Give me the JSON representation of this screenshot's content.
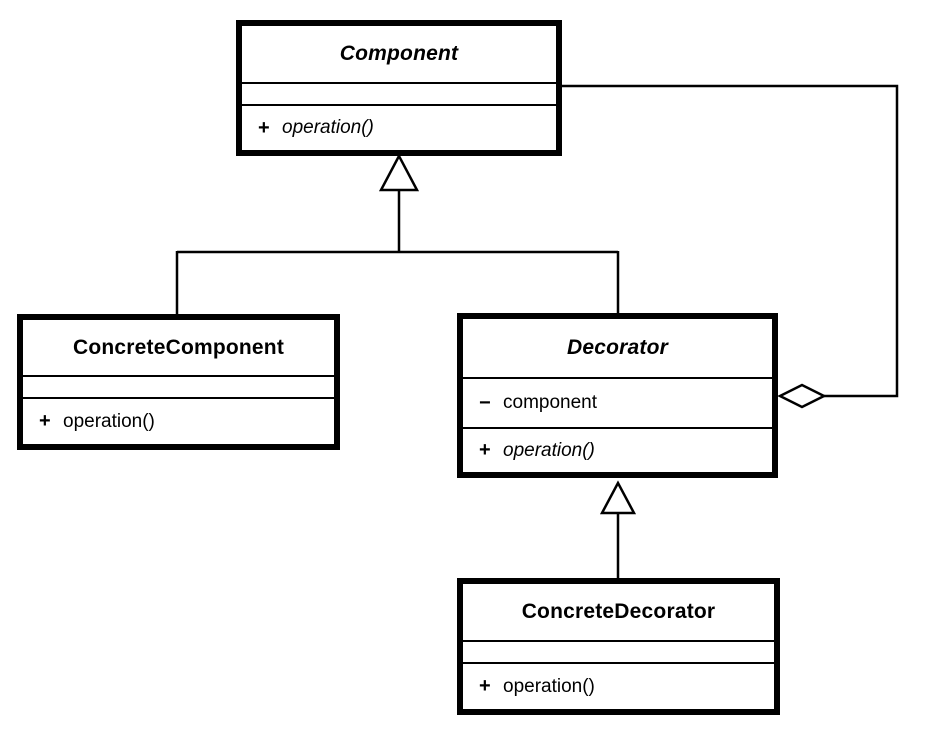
{
  "colors": {
    "line": "#000000",
    "background": "#ffffff",
    "box_fill": "#ffffff"
  },
  "classes": {
    "component": {
      "name": "Component",
      "abstract": true,
      "attributes": [],
      "operations": [
        {
          "vis": "+",
          "name": "operation()",
          "abstract": true
        }
      ]
    },
    "concrete_component": {
      "name": "ConcreteComponent",
      "abstract": false,
      "attributes": [],
      "operations": [
        {
          "vis": "+",
          "name": "operation()",
          "abstract": false
        }
      ]
    },
    "decorator": {
      "name": "Decorator",
      "abstract": true,
      "attributes": [
        {
          "vis": "−",
          "name": "component"
        }
      ],
      "operations": [
        {
          "vis": "+",
          "name": "operation()",
          "abstract": true
        }
      ]
    },
    "concrete_decorator": {
      "name": "ConcreteDecorator",
      "abstract": false,
      "attributes": [],
      "operations": [
        {
          "vis": "+",
          "name": "operation()",
          "abstract": false
        }
      ]
    }
  },
  "relationships": {
    "generalization_top": {
      "type": "generalization",
      "parent": "Component",
      "children": [
        "ConcreteComponent",
        "Decorator"
      ]
    },
    "generalization_bottom": {
      "type": "generalization",
      "parent": "Decorator",
      "children": [
        "ConcreteDecorator"
      ]
    },
    "aggregation": {
      "type": "aggregation",
      "owner": "Decorator",
      "part": "Component"
    }
  }
}
